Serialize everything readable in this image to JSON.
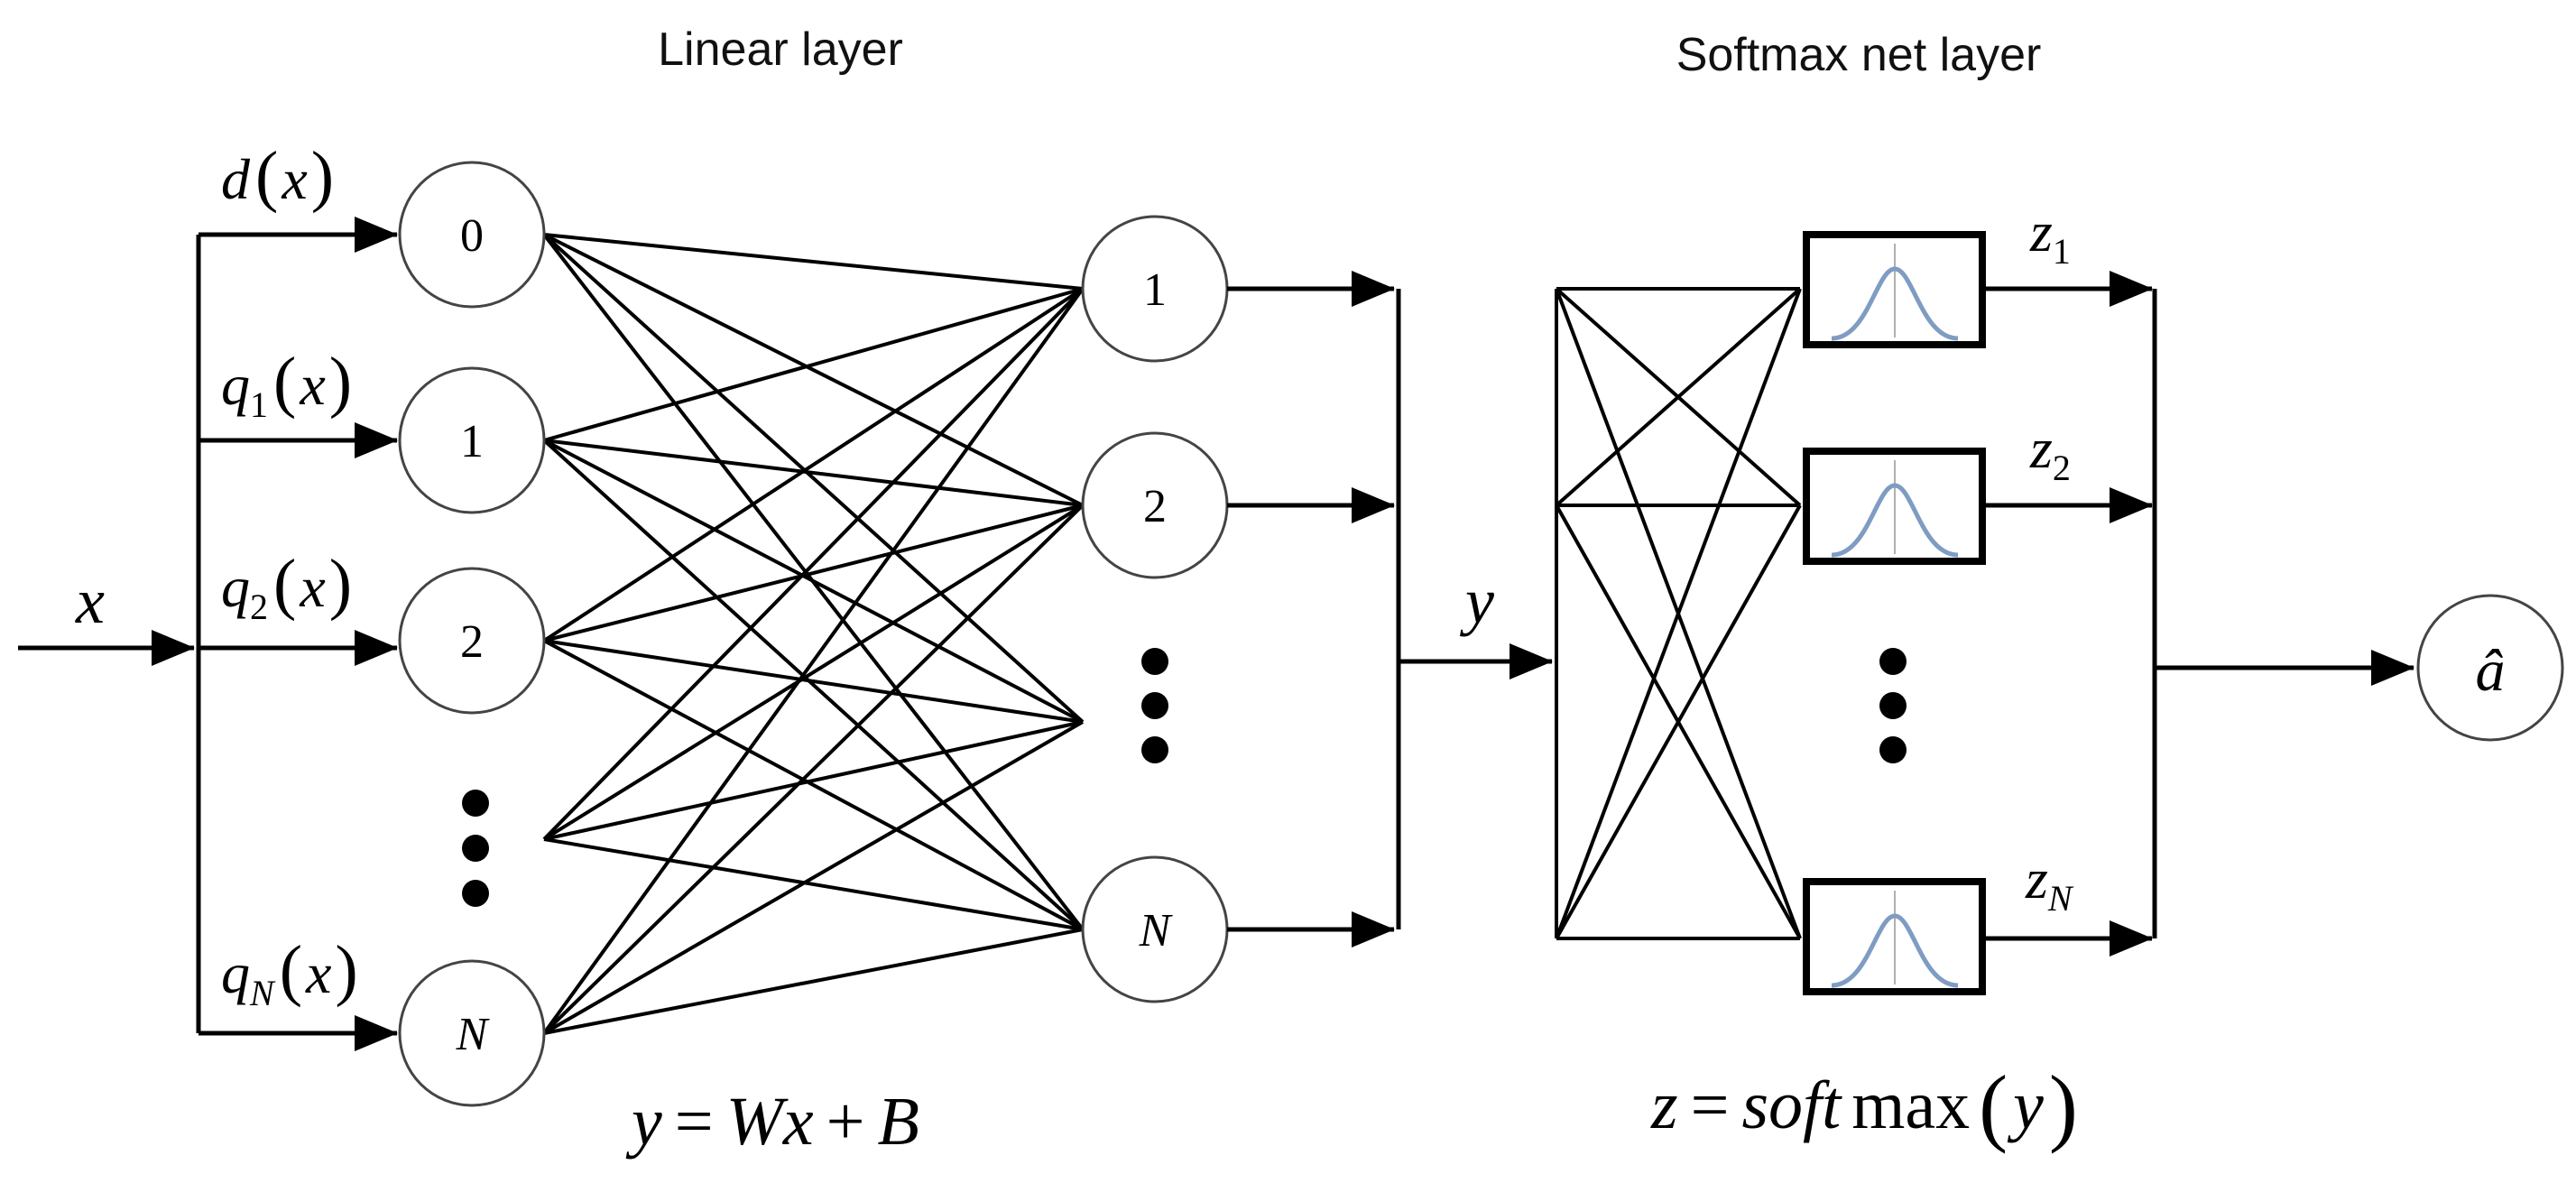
{
  "header": {
    "linear_title": "Linear layer",
    "softmax_title": "Softmax net layer"
  },
  "input": {
    "x_label": "x",
    "branch_labels": [
      {
        "main": "d",
        "sub": "",
        "arg": "x"
      },
      {
        "main": "q",
        "sub": "1",
        "arg": "x"
      },
      {
        "main": "q",
        "sub": "2",
        "arg": "x"
      },
      {
        "main": "q",
        "sub": "N",
        "arg": "x"
      }
    ]
  },
  "linear_layer": {
    "input_nodes": [
      "0",
      "1",
      "2",
      "N"
    ],
    "output_nodes": [
      "1",
      "2",
      "N"
    ],
    "equation": {
      "y": "y",
      "eq": "=",
      "w": "Wx",
      "plus": "+",
      "b": "B"
    }
  },
  "softmax_layer": {
    "y_label": "y",
    "outputs": [
      {
        "main": "z",
        "sub": "1"
      },
      {
        "main": "z",
        "sub": "2"
      },
      {
        "main": "z",
        "sub": "N"
      }
    ],
    "equation": {
      "z": "z",
      "eq": "=",
      "soft": "soft",
      "max": "max",
      "arg": "y"
    }
  },
  "output": {
    "label": "â"
  },
  "colors": {
    "line": "#000000",
    "node_stroke": "#444444",
    "bell_curve": "#7f9cc2",
    "bell_axis": "#b0b0b0"
  }
}
